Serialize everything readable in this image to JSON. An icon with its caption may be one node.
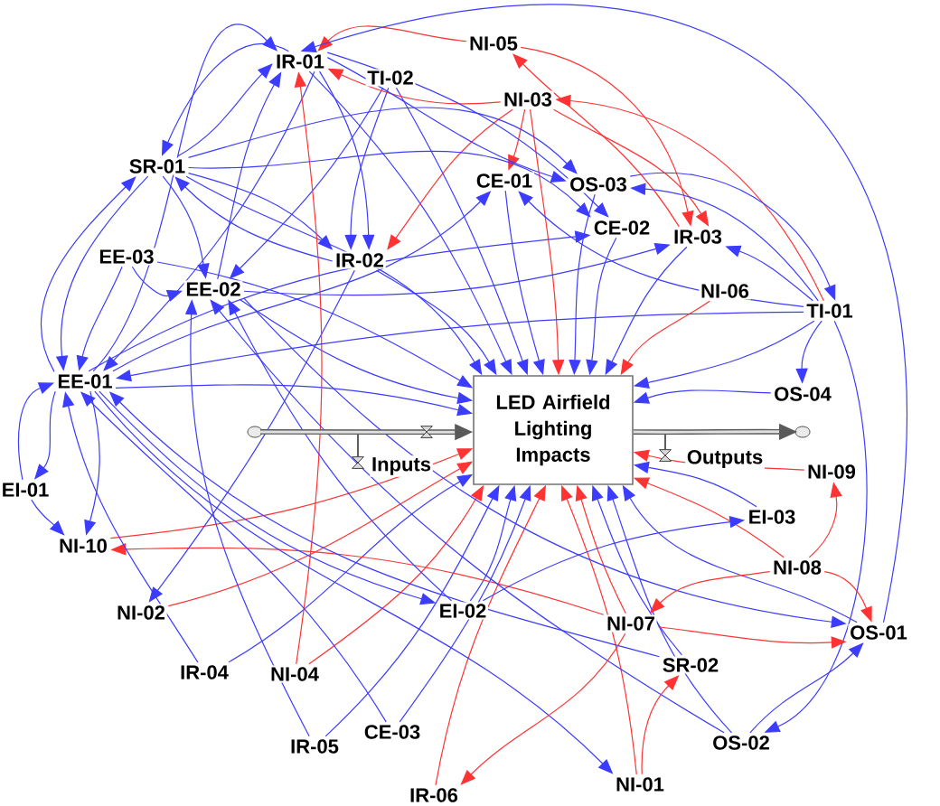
{
  "diagram": {
    "nodes": [
      {
        "text": [
          "IR-01"
        ]
      },
      {
        "text": [
          "TI-02"
        ]
      },
      {
        "text": [
          "NI-05"
        ]
      },
      {
        "text": [
          "NI-03"
        ]
      },
      {
        "text": [
          "SR-01"
        ]
      },
      {
        "text": [
          "CE-01"
        ]
      },
      {
        "text": [
          "OS-03"
        ]
      },
      {
        "text": [
          "CE-02"
        ]
      },
      {
        "text": [
          "IR-03"
        ]
      },
      {
        "text": [
          "EE-03"
        ]
      },
      {
        "text": [
          "IR-02"
        ]
      },
      {
        "text": [
          "EE-02"
        ]
      },
      {
        "text": [
          "NI-06"
        ]
      },
      {
        "text": [
          "TI-01"
        ]
      },
      {
        "text": [
          "EE-01"
        ]
      },
      {
        "text": [
          "OS-04"
        ]
      },
      {
        "text": [
          "LED Airfield Lighting Impacts"
        ]
      },
      {
        "text": [
          "EI-01"
        ]
      },
      {
        "text": [
          "NI-09"
        ]
      },
      {
        "text": [
          "EI-03"
        ]
      },
      {
        "text": [
          "NI-10"
        ]
      },
      {
        "text": [
          "NI-08"
        ]
      },
      {
        "text": [
          "NI-02"
        ]
      },
      {
        "text": [
          "EI-02"
        ]
      },
      {
        "text": [
          "NI-07"
        ]
      },
      {
        "text": [
          "OS-01"
        ]
      },
      {
        "text": [
          "IR-04"
        ]
      },
      {
        "text": [
          "NI-04"
        ]
      },
      {
        "text": [
          "SR-02"
        ]
      },
      {
        "text": [
          "CE-03"
        ]
      },
      {
        "text": [
          "OS-02"
        ]
      },
      {
        "text": [
          "IR-05"
        ]
      },
      {
        "text": [
          "NI-01"
        ]
      },
      {
        "text": [
          "IR-06"
        ]
      },
      {
        "text": [],
        "shape": "cloud"
      },
      {
        "text": [],
        "shape": "cloud"
      }
    ],
    "edges": [
      {
        "from": 0,
        "to": 16,
        "arrow": "to"
      },
      {
        "from": 1,
        "to": 16,
        "arrow": "to"
      },
      {
        "from": 3,
        "to": 16,
        "arrow": "to",
        "color": "#ff3333"
      },
      {
        "from": 4,
        "to": 16,
        "arrow": "to"
      },
      {
        "from": 5,
        "to": 16,
        "arrow": "to"
      },
      {
        "from": 6,
        "to": 16,
        "arrow": "to"
      },
      {
        "from": 7,
        "to": 16,
        "arrow": "to"
      },
      {
        "from": 8,
        "to": 16,
        "arrow": "to"
      },
      {
        "from": 9,
        "to": 16,
        "arrow": "to"
      },
      {
        "from": 10,
        "to": 16,
        "arrow": "to"
      },
      {
        "from": 11,
        "to": 16,
        "arrow": "to"
      },
      {
        "from": 12,
        "to": 16,
        "arrow": "to",
        "color": "#ff3333"
      },
      {
        "from": 13,
        "to": 16,
        "arrow": "to"
      },
      {
        "from": 14,
        "to": 16,
        "arrow": "to"
      },
      {
        "from": 15,
        "to": 16,
        "arrow": "to"
      },
      {
        "from": 18,
        "to": 16,
        "arrow": "to",
        "color": "#ff3333"
      },
      {
        "from": 19,
        "to": 16,
        "arrow": "to"
      },
      {
        "from": 20,
        "to": 16,
        "arrow": "to",
        "color": "#ff3333"
      },
      {
        "from": 21,
        "to": 16,
        "arrow": "to",
        "color": "#ff3333"
      },
      {
        "from": 22,
        "to": 16,
        "arrow": "to",
        "color": "#ff3333"
      },
      {
        "from": 23,
        "to": 16,
        "arrow": "to"
      },
      {
        "from": 24,
        "to": 16,
        "arrow": "to",
        "color": "#ff3333"
      },
      {
        "from": 25,
        "to": 16,
        "arrow": "to"
      },
      {
        "from": 26,
        "to": 16,
        "arrow": "to"
      },
      {
        "from": 27,
        "to": 16,
        "arrow": "to",
        "color": "#ff3333"
      },
      {
        "from": 28,
        "to": 16,
        "arrow": "to"
      },
      {
        "from": 29,
        "to": 16,
        "arrow": "to"
      },
      {
        "from": 30,
        "to": 16,
        "arrow": "to"
      },
      {
        "from": 31,
        "to": 16,
        "arrow": "to"
      },
      {
        "from": 32,
        "to": 16,
        "arrow": "to",
        "color": "#ff3333"
      },
      {
        "from": 33,
        "to": 16,
        "arrow": "to",
        "color": "#ff3333"
      },
      {
        "from": 0,
        "to": 4,
        "arrow": "to"
      },
      {
        "from": 4,
        "to": 0,
        "arrow": "to"
      },
      {
        "from": 14,
        "to": 0,
        "arrow": "to"
      },
      {
        "from": 11,
        "to": 0,
        "arrow": "to"
      },
      {
        "from": 0,
        "to": 14,
        "arrow": "to"
      },
      {
        "from": 0,
        "to": 10,
        "arrow": "to"
      },
      {
        "from": 4,
        "to": 10,
        "arrow": "to"
      },
      {
        "from": 10,
        "to": 4,
        "arrow": "to"
      },
      {
        "from": 4,
        "to": 11,
        "arrow": "to"
      },
      {
        "from": 4,
        "to": 14,
        "arrow": "to"
      },
      {
        "from": 14,
        "to": 4,
        "arrow": "to"
      },
      {
        "from": 9,
        "to": 14,
        "arrow": "to"
      },
      {
        "from": 9,
        "to": 11,
        "arrow": "to"
      },
      {
        "from": 1,
        "to": 11,
        "arrow": "to"
      },
      {
        "from": 1,
        "to": 10,
        "arrow": "to"
      },
      {
        "from": 14,
        "to": 17,
        "arrow": "to"
      },
      {
        "from": 17,
        "to": 14,
        "arrow": "to"
      },
      {
        "from": 14,
        "to": 20,
        "arrow": "to"
      },
      {
        "from": 17,
        "to": 20,
        "arrow": "to"
      },
      {
        "from": 24,
        "to": 20,
        "arrow": "to",
        "color": "#ff3333"
      },
      {
        "from": 10,
        "to": 22,
        "arrow": "to"
      },
      {
        "from": 27,
        "to": 0,
        "arrow": "to",
        "color": "#ff3333"
      },
      {
        "from": 2,
        "to": 0,
        "arrow": "to",
        "color": "#ff3333"
      },
      {
        "from": 3,
        "to": 0,
        "arrow": "to",
        "color": "#ff3333"
      },
      {
        "from": 25,
        "to": 0,
        "arrow": "to"
      },
      {
        "from": 3,
        "to": 8,
        "arrow": "to",
        "color": "#ff3333"
      },
      {
        "from": 2,
        "to": 8,
        "arrow": "to",
        "color": "#ff3333"
      },
      {
        "from": 8,
        "to": 2,
        "arrow": "to",
        "color": "#ff3333"
      },
      {
        "from": 13,
        "to": 3,
        "arrow": "to",
        "color": "#ff3333"
      },
      {
        "from": 3,
        "to": 5,
        "arrow": "to",
        "color": "#ff3333"
      },
      {
        "from": 3,
        "to": 10,
        "arrow": "to",
        "color": "#ff3333"
      },
      {
        "from": 13,
        "to": 6,
        "arrow": "to"
      },
      {
        "from": 6,
        "to": 13,
        "arrow": "to"
      },
      {
        "from": 13,
        "to": 8,
        "arrow": "to"
      },
      {
        "from": 13,
        "to": 5,
        "arrow": "to"
      },
      {
        "from": 13,
        "to": 15,
        "arrow": "to"
      },
      {
        "from": 13,
        "to": 30,
        "arrow": "to"
      },
      {
        "from": 13,
        "to": 14,
        "arrow": "to"
      },
      {
        "from": 14,
        "to": 7,
        "arrow": "to"
      },
      {
        "from": 11,
        "to": 8,
        "arrow": "to"
      },
      {
        "from": 14,
        "to": 5,
        "arrow": "to"
      },
      {
        "from": 4,
        "to": 6,
        "arrow": "to"
      },
      {
        "from": 4,
        "to": 7,
        "arrow": "to"
      },
      {
        "from": 14,
        "to": 23,
        "arrow": "to"
      },
      {
        "from": 23,
        "to": 11,
        "arrow": "to"
      },
      {
        "from": 23,
        "to": 19,
        "arrow": "to"
      },
      {
        "from": 26,
        "to": 14,
        "arrow": "to"
      },
      {
        "from": 31,
        "to": 11,
        "arrow": "to"
      },
      {
        "from": 29,
        "to": 14,
        "arrow": "to"
      },
      {
        "from": 28,
        "to": 14,
        "arrow": "to"
      },
      {
        "from": 30,
        "to": 11,
        "arrow": "to"
      },
      {
        "from": 14,
        "to": 32,
        "arrow": "to"
      },
      {
        "from": 11,
        "to": 25,
        "arrow": "to"
      },
      {
        "from": 30,
        "to": 25,
        "arrow": "to"
      },
      {
        "from": 24,
        "to": 25,
        "arrow": "to",
        "color": "#ff3333"
      },
      {
        "from": 24,
        "to": 33,
        "arrow": "to",
        "color": "#ff3333"
      },
      {
        "from": 21,
        "to": 24,
        "arrow": "to",
        "color": "#ff3333"
      },
      {
        "from": 21,
        "to": 18,
        "arrow": "to",
        "color": "#ff3333"
      },
      {
        "from": 21,
        "to": 25,
        "arrow": "to",
        "color": "#ff3333"
      },
      {
        "from": 32,
        "to": 28,
        "arrow": "to",
        "color": "#ff3333"
      },
      {
        "from": 0,
        "to": 6,
        "arrow": "to"
      },
      {
        "from": 0,
        "to": 7,
        "arrow": "to"
      },
      {
        "from": 34,
        "to": 16,
        "arrow": "to",
        "label": "Inputs",
        "style": "thick",
        "color": "#5a5a5a"
      },
      {
        "from": 16,
        "to": 35,
        "arrow": "to",
        "label": "Outputs",
        "style": "thick",
        "color": "#5a5a5a"
      }
    ]
  }
}
